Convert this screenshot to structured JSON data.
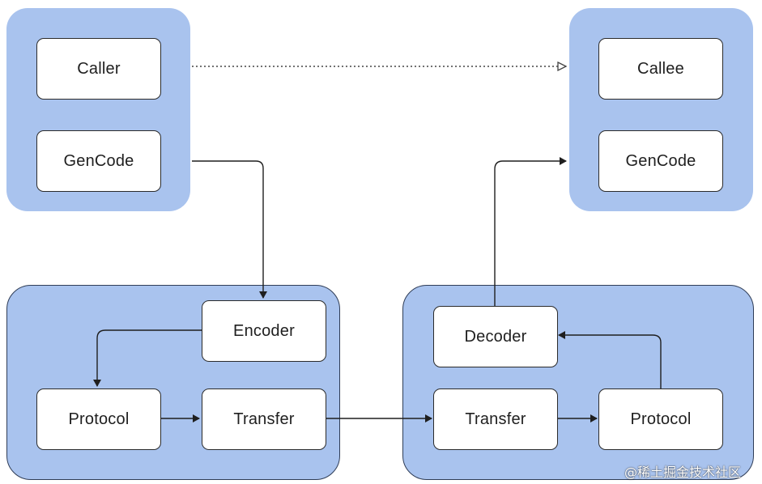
{
  "nodes": {
    "caller": "Caller",
    "caller_gencode": "GenCode",
    "callee": "Callee",
    "callee_gencode": "GenCode",
    "encoder": "Encoder",
    "client_protocol": "Protocol",
    "client_transfer": "Transfer",
    "decoder": "Decoder",
    "server_transfer": "Transfer",
    "server_protocol": "Protocol"
  },
  "credit": "@稀土掘金技术社区",
  "colors": {
    "group_fill": "#a9c3ee",
    "node_fill": "#ffffff",
    "stroke": "#1f1f1f"
  }
}
